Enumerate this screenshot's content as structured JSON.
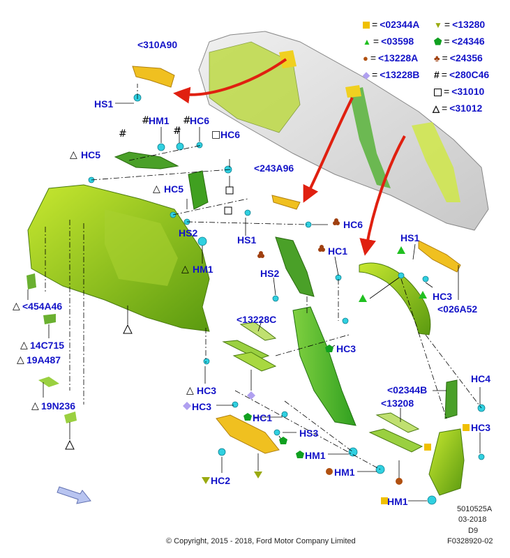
{
  "legend": [
    {
      "shape": "square",
      "color": "#f0c000",
      "code": "<02344A"
    },
    {
      "shape": "tri-down",
      "color": "#9aaa10",
      "code": "<13280"
    },
    {
      "shape": "tri-up",
      "color": "#20c020",
      "code": "<03598"
    },
    {
      "shape": "pentagon",
      "color": "#10a020",
      "code": "<24346"
    },
    {
      "shape": "circle",
      "color": "#b05010",
      "code": "<13228A"
    },
    {
      "shape": "club",
      "color": "#a04010",
      "code": "<24356"
    },
    {
      "shape": "diamond",
      "color": "#b0a0f0",
      "code": "<13228B"
    },
    {
      "shape": "hash",
      "color": "#000000",
      "code": "<280C46"
    },
    {
      "shape": "open-square",
      "color": "#000000",
      "code": "<31010"
    },
    {
      "shape": "open-triangle",
      "color": "#000000",
      "code": "<31012"
    }
  ],
  "labels": {
    "l310A90": "<310A90",
    "HS1a": "HS1",
    "HM1a": "HM1",
    "HC6a": "HC6",
    "HC6b": "HC6",
    "HC5a": "HC5",
    "HC5b": "HC5",
    "HS2a": "HS2",
    "HM1b": "HM1",
    "l243A96": "<243A96",
    "HS1b": "HS1",
    "HC6c": "HC6",
    "HC1a": "HC1",
    "HS2b": "HS2",
    "HS1c": "HS1",
    "HC3a": "HC3",
    "l026A52": "<026A52",
    "l454A46": "<454A46",
    "l14C715": "14C715",
    "l19A487": "19A487",
    "l19N236": "19N236",
    "l13228C": "<13228C",
    "HC3b": "HC3",
    "HC3c": "HC3",
    "HC3d": "HC3",
    "HC1b": "HC1",
    "HS3": "HS3",
    "HM1c": "HM1",
    "HM1d": "HM1",
    "HM1e": "HM1",
    "HC2": "HC2",
    "l02344B": "<02344B",
    "HC4": "HC4",
    "l13208": "<13208",
    "HC3e": "HC3"
  },
  "footer": {
    "code1": "5010525A",
    "date": "03-2018",
    "rev": "D9",
    "copyright": "© Copyright, 2015 - 2018, Ford Motor Company Limited",
    "figure": "F0328920-02"
  }
}
